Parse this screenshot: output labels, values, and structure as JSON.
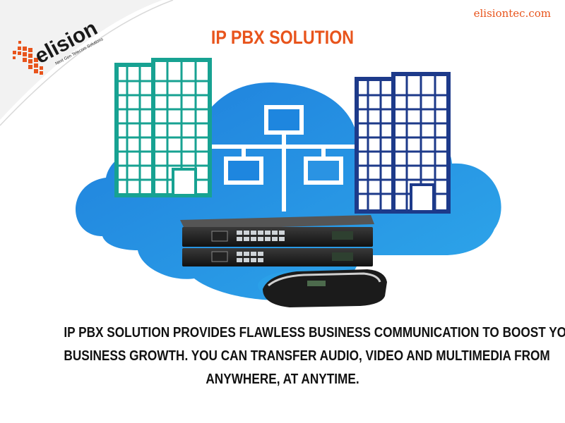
{
  "brand": {
    "logo_text": "elision",
    "logo_tagline": "Next Gen Telecom Solutions",
    "website": "elisiontec.com",
    "accent_color": "#e8541c"
  },
  "title": "IP PBX SOLUTION",
  "description": {
    "lines": [
      "IP PBX SOLUTION PROVIDES FLAWLESS BUSINESS COMMUNICATION TO BOOST YOUR",
      "BUSINESS GROWTH. YOU CAN TRANSFER AUDIO, VIDEO AND MULTIMEDIA FROM",
      "ANYWHERE, AT ANYTIME."
    ]
  },
  "illustration": {
    "cloud_color": "#1e90e0",
    "left_building_color": "#17a292",
    "right_building_color": "#1d3a8a",
    "icons": [
      "cloud-icon",
      "building-icon",
      "network-diagram-icon",
      "pbx-rack-device-icon",
      "pbx-desktop-device-icon"
    ]
  }
}
